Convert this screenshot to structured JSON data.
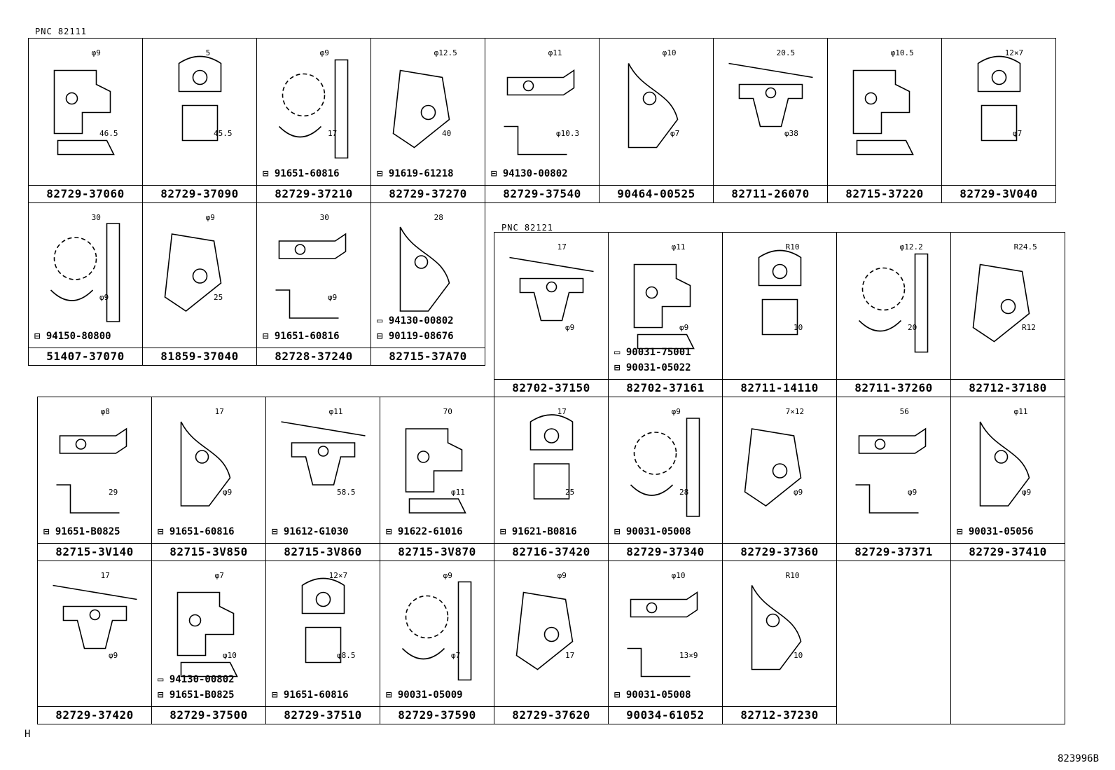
{
  "header": {
    "pnc_a": "PNC  82111",
    "pnc_b": "PNC  82121",
    "figure_id": "823996B",
    "corner_mark": "H"
  },
  "cells": [
    {
      "pn": "82729-37060",
      "dims": [
        "φ9",
        "46.5"
      ],
      "subs": []
    },
    {
      "pn": "82729-37090",
      "dims": [
        "5",
        "45.5"
      ],
      "subs": []
    },
    {
      "pn": "82729-37210",
      "dims": [
        "φ9",
        "17"
      ],
      "subs": [
        "91651-60816"
      ]
    },
    {
      "pn": "82729-37270",
      "dims": [
        "φ12.5",
        "40"
      ],
      "subs": [
        "91619-61218"
      ]
    },
    {
      "pn": "82729-37540",
      "dims": [
        "φ11",
        "φ10.3"
      ],
      "subs": [
        "94130-00802"
      ]
    },
    {
      "pn": "90464-00525",
      "dims": [
        "φ10",
        "φ7"
      ],
      "subs": []
    },
    {
      "pn": "82711-26070",
      "dims": [
        "20.5",
        "φ38"
      ],
      "subs": []
    },
    {
      "pn": "82715-37220",
      "dims": [
        "φ10.5"
      ],
      "subs": []
    },
    {
      "pn": "82729-3V040",
      "dims": [
        "12×7",
        "φ7"
      ],
      "subs": []
    },
    {
      "pn": "51407-37070",
      "dims": [
        "30",
        "φ9"
      ],
      "subs": [
        "94150-80800"
      ]
    },
    {
      "pn": "81859-37040",
      "dims": [
        "φ9",
        "25"
      ],
      "subs": []
    },
    {
      "pn": "82728-37240",
      "dims": [
        "30",
        "φ9"
      ],
      "subs": [
        "91651-60816"
      ]
    },
    {
      "pn": "82715-37A70",
      "dims": [
        "28"
      ],
      "subs": [
        "94130-00802",
        "90119-08676"
      ]
    },
    {
      "pn": "82702-37150",
      "dims": [
        "17",
        "φ9"
      ],
      "subs": []
    },
    {
      "pn": "82702-37161",
      "dims": [
        "φ11",
        "φ9"
      ],
      "subs": [
        "90031-75001",
        "90031-05022"
      ]
    },
    {
      "pn": "82711-14110",
      "dims": [
        "R10",
        "10"
      ],
      "subs": []
    },
    {
      "pn": "82711-37260",
      "dims": [
        "φ12.2",
        "20"
      ],
      "subs": []
    },
    {
      "pn": "82712-37180",
      "dims": [
        "R24.5",
        "R12"
      ],
      "subs": []
    },
    {
      "pn": "82715-3V140",
      "dims": [
        "φ8",
        "29"
      ],
      "subs": [
        "91651-B0825"
      ]
    },
    {
      "pn": "82715-3V850",
      "dims": [
        "17",
        "φ9"
      ],
      "subs": [
        "91651-60816"
      ]
    },
    {
      "pn": "82715-3V860",
      "dims": [
        "φ11",
        "58.5"
      ],
      "subs": [
        "91612-G1030"
      ]
    },
    {
      "pn": "82715-3V870",
      "dims": [
        "70",
        "φ11"
      ],
      "subs": [
        "91622-61016"
      ]
    },
    {
      "pn": "82716-37420",
      "dims": [
        "17",
        "25"
      ],
      "subs": [
        "91621-B0816"
      ]
    },
    {
      "pn": "82729-37340",
      "dims": [
        "φ9",
        "28"
      ],
      "subs": [
        "90031-05008"
      ]
    },
    {
      "pn": "82729-37360",
      "dims": [
        "7×12",
        "φ9"
      ],
      "subs": []
    },
    {
      "pn": "82729-37371",
      "dims": [
        "56",
        "φ9"
      ],
      "subs": []
    },
    {
      "pn": "82729-37410",
      "dims": [
        "φ11",
        "φ9"
      ],
      "subs": [
        "90031-05056"
      ]
    },
    {
      "pn": "82729-37420",
      "dims": [
        "17",
        "φ9"
      ],
      "subs": []
    },
    {
      "pn": "82729-37500",
      "dims": [
        "φ7",
        "φ10"
      ],
      "subs": [
        "94130-00802",
        "91651-B0825"
      ]
    },
    {
      "pn": "82729-37510",
      "dims": [
        "12×7",
        "φ8.5"
      ],
      "subs": [
        "91651-60816"
      ]
    },
    {
      "pn": "82729-37590",
      "dims": [
        "φ9",
        "φ7"
      ],
      "subs": [
        "90031-05009"
      ]
    },
    {
      "pn": "82729-37620",
      "dims": [
        "φ9",
        "17"
      ],
      "subs": []
    },
    {
      "pn": "90034-61052",
      "dims": [
        "φ10",
        "13×9"
      ],
      "subs": [
        "90031-05008"
      ]
    },
    {
      "pn": "82712-37230",
      "dims": [
        "R10",
        "10"
      ],
      "subs": []
    },
    {
      "pn": "",
      "dims": [],
      "subs": []
    },
    {
      "pn": "",
      "dims": [],
      "subs": []
    }
  ]
}
